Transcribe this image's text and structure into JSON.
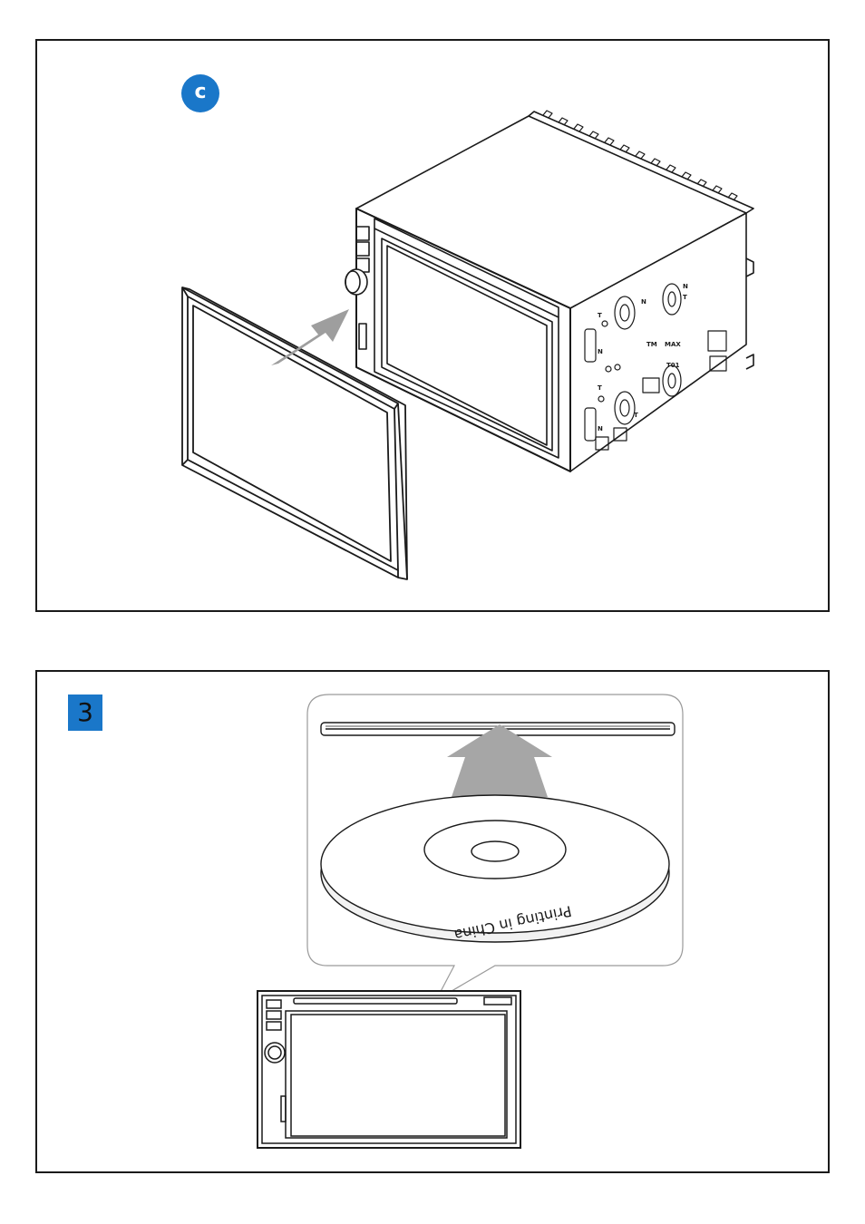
{
  "step_c": {
    "label": "c",
    "illustration": "trim-frame-installation",
    "arrow_color": "#9e9e9e",
    "unit_markings": [
      "N",
      "T",
      "M",
      "TM",
      "MAX",
      "T01"
    ]
  },
  "step_3": {
    "label": "3",
    "illustration": "disc-insertion",
    "disc_text": "Printing in China",
    "arrow_color": "#a6a6a6"
  },
  "colors": {
    "accent": "#1a77c9",
    "line": "#1a1a1a"
  }
}
